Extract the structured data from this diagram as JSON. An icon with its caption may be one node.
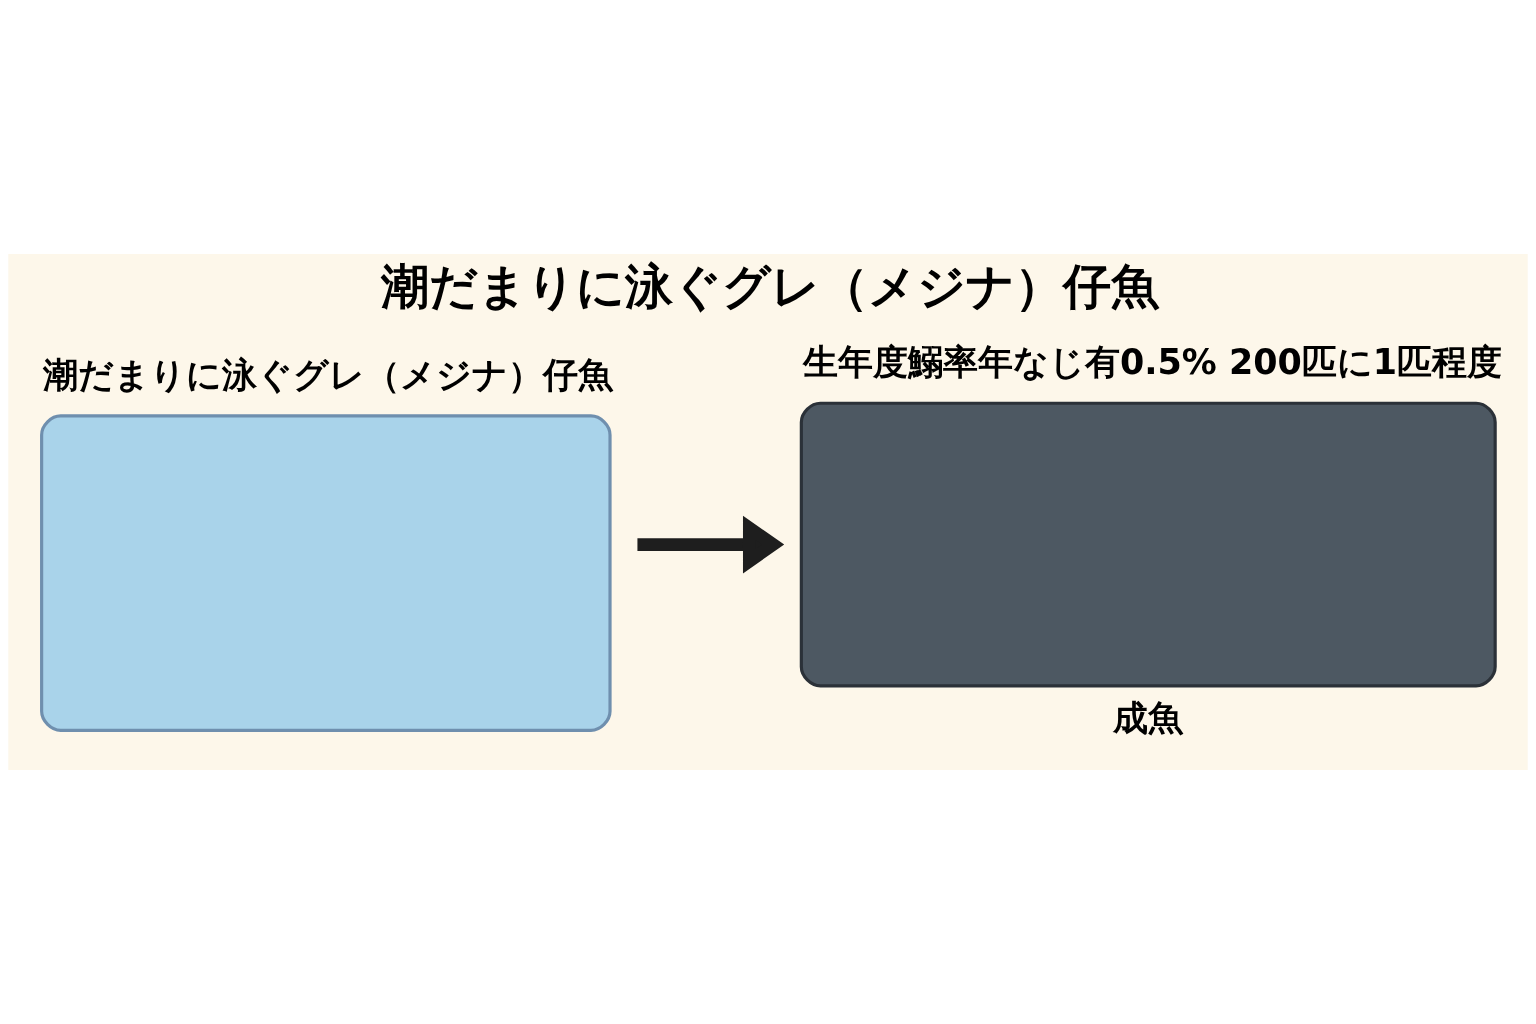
{
  "diagram": {
    "title": "潮だまりに泳ぐグレ（メジナ）仔魚",
    "nodes": [
      {
        "text": [
          "潮だまりに泳ぐグレ（メジナ）仔魚"
        ]
      },
      {
        "text": [
          "生年度鰯率年なじ有0.5% 200匹に1匹程度"
        ],
        "beside": [
          "成魚"
        ]
      }
    ],
    "edges": [
      {
        "from": 0,
        "to": 1,
        "arrow": "to"
      }
    ]
  }
}
